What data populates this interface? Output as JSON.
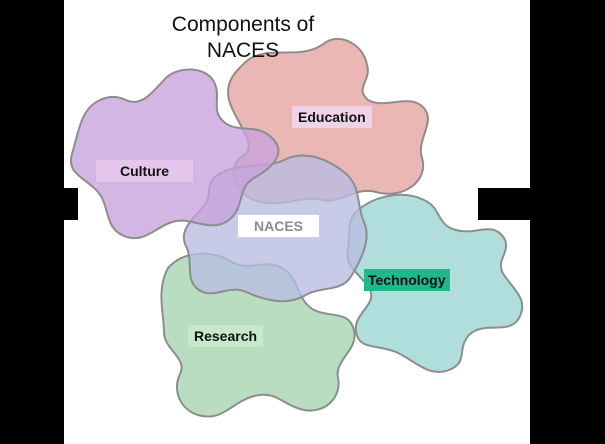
{
  "title": "Components of NACES",
  "pieces": [
    {
      "name": "culture",
      "label": "Culture",
      "color": "#c8a2dc",
      "label_bg": "#e7c6ee",
      "label_color": "#111111"
    },
    {
      "name": "education",
      "label": "Education",
      "color": "#e7a7a3",
      "label_bg": "#eed3e6",
      "label_color": "#111111"
    },
    {
      "name": "naces",
      "label": "NACES",
      "color": "#b7bde0",
      "label_bg": "#ffffff",
      "label_color": "#8b8b8b"
    },
    {
      "name": "technology",
      "label": "Technology",
      "color": "#9fd7d4",
      "label_bg": "#1fb889",
      "label_color": "#111111"
    },
    {
      "name": "research",
      "label": "Research",
      "color": "#a9d6b3",
      "label_bg": "#c8e8cc",
      "label_color": "#111111"
    }
  ]
}
